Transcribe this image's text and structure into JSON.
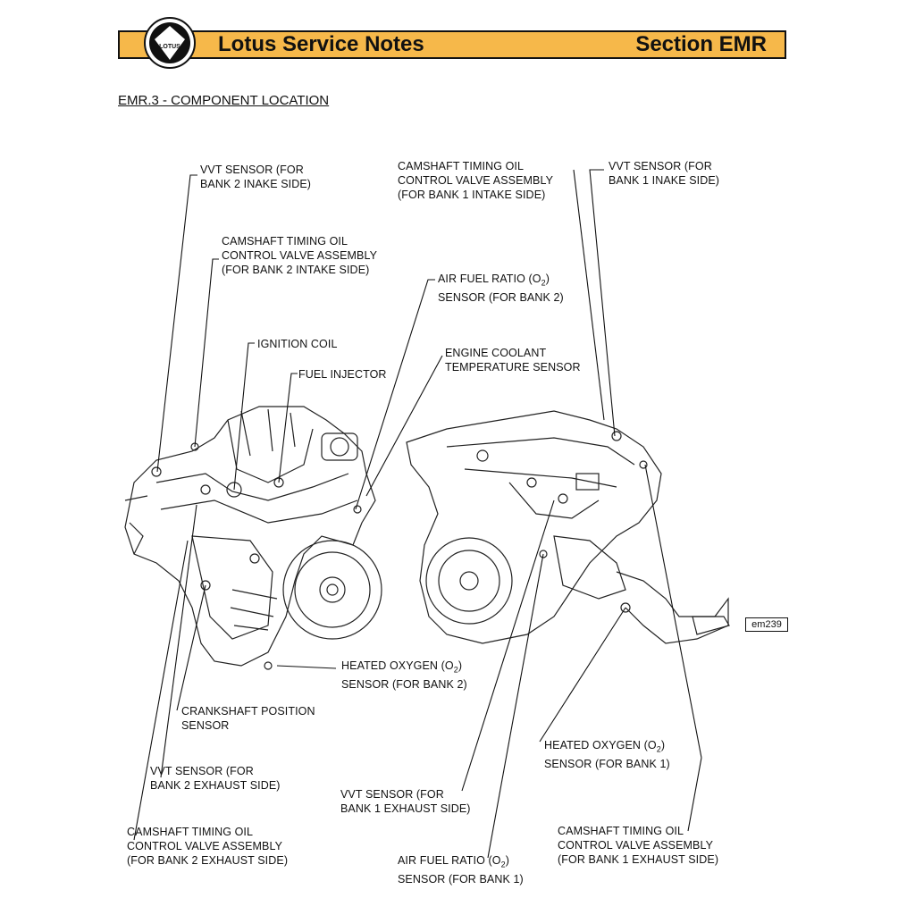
{
  "header": {
    "title": "Lotus Service Notes",
    "section": "Section EMR",
    "logo_text": "LOTUS",
    "accent_color": "#f6b84a"
  },
  "page": {
    "subtitle": "EMR.3 - COMPONENT LOCATION",
    "figure_ref": "em239"
  },
  "labels": {
    "vvt_bank2_intake": "VVT SENSOR (FOR\nBANK 2 INAKE SIDE)",
    "ocv_bank2_intake": "CAMSHAFT TIMING OIL\nCONTROL VALVE ASSEMBLY\n(FOR BANK 2 INTAKE SIDE)",
    "ignition_coil": "IGNITION COIL",
    "fuel_injector": "FUEL INJECTOR",
    "ocv_bank1_intake": "CAMSHAFT TIMING OIL\nCONTROL VALVE ASSEMBLY\n(FOR BANK 1 INTAKE SIDE)",
    "vvt_bank1_intake": "VVT SENSOR (FOR\nBANK 1 INAKE SIDE)",
    "af_bank2_line1": "AIR FUEL RATIO (O",
    "af_bank2_sub": "2",
    "af_bank2_line1_end": ")",
    "af_bank2_line2": "SENSOR (FOR BANK 2)",
    "coolant_sensor": "ENGINE COOLANT\nTEMPERATURE SENSOR",
    "ho2_bank2_line1": "HEATED OXYGEN (O",
    "ho2_bank2_sub": "2",
    "ho2_bank2_line1_end": ")",
    "ho2_bank2_line2": "SENSOR (FOR BANK 2)",
    "crank_sensor": "CRANKSHAFT POSITION\nSENSOR",
    "vvt_bank2_exhaust": "VVT SENSOR (FOR\nBANK 2 EXHAUST SIDE)",
    "ocv_bank2_exhaust": "CAMSHAFT TIMING OIL\nCONTROL VALVE ASSEMBLY\n(FOR BANK 2 EXHAUST SIDE)",
    "ho2_bank1_line1": "HEATED OXYGEN (O",
    "ho2_bank1_sub": "2",
    "ho2_bank1_line1_end": ")",
    "ho2_bank1_line2": "SENSOR (FOR BANK 1)",
    "vvt_bank1_exhaust": "VVT SENSOR (FOR\nBANK 1 EXHAUST SIDE)",
    "af_bank1_line1": "AIR FUEL RATIO (O",
    "af_bank1_sub": "2",
    "af_bank1_line1_end": ")",
    "af_bank1_line2": "SENSOR (FOR BANK 1)",
    "ocv_bank1_exhaust": "CAMSHAFT TIMING OIL\nCONTROL VALVE ASSEMBLY\n(FOR BANK 1 EXHAUST SIDE)"
  }
}
